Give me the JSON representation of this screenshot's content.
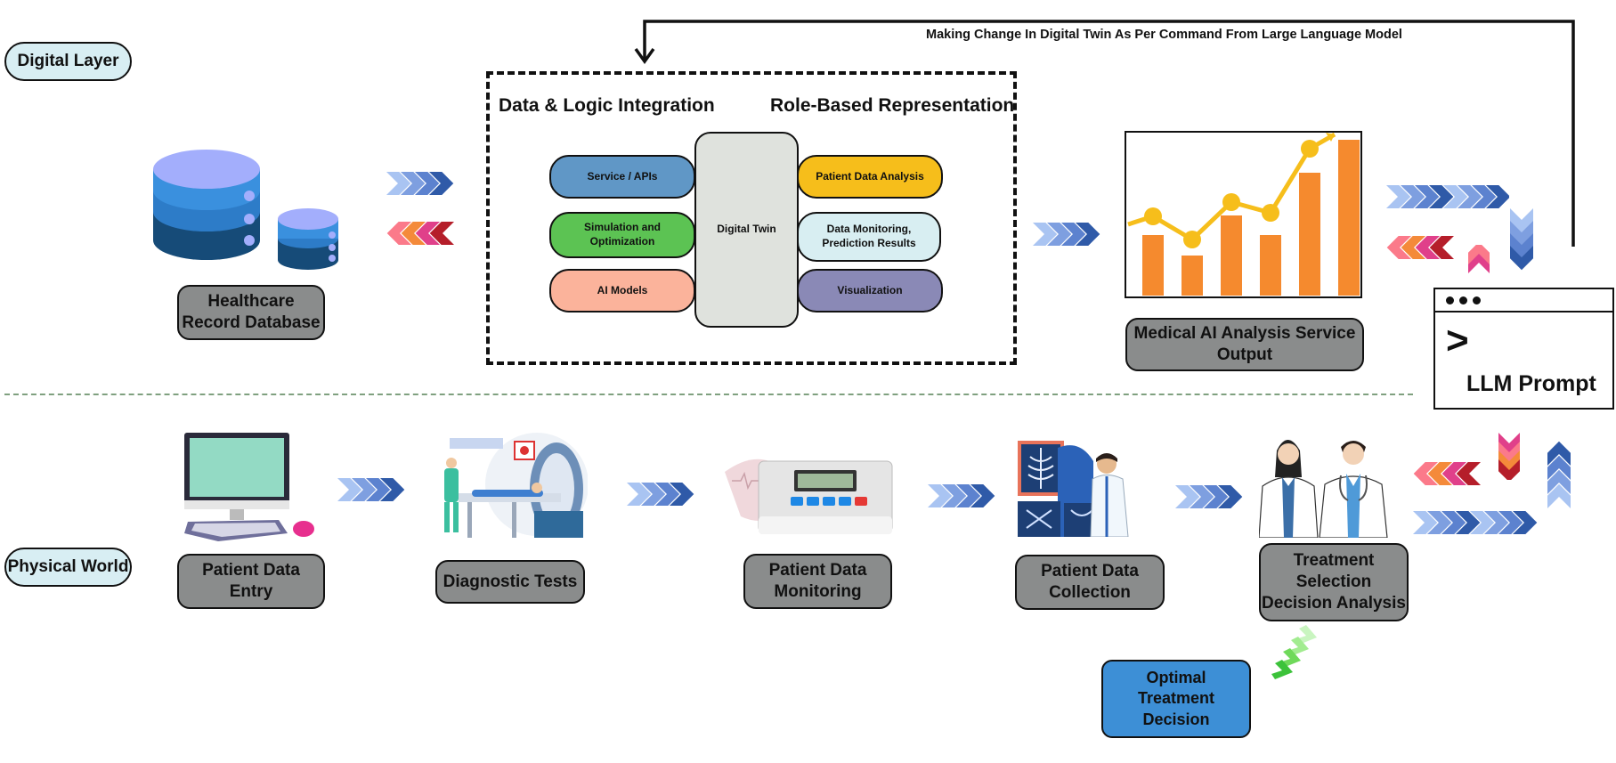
{
  "layers": {
    "digital": "Digital Layer",
    "physical": "Physical World"
  },
  "feedback_label": "Making Change In Digital Twin As Per Command From Large Language Model",
  "integration": {
    "left_heading": "Data & Logic Integration",
    "right_heading": "Role-Based Representation",
    "center": "Digital Twin",
    "left_items": [
      {
        "label": "Service / APIs",
        "color": "#6097c6"
      },
      {
        "label": "Simulation and\nOptimization",
        "color": "#5cc353"
      },
      {
        "label": "AI Models",
        "color": "#fbb39b"
      }
    ],
    "right_items": [
      {
        "label": "Patient Data Analysis",
        "color": "#f6be1b"
      },
      {
        "label": "Data Monitoring,\nPrediction Results",
        "color": "#d8eef2"
      },
      {
        "label": "Visualization",
        "color": "#8a89b6"
      }
    ]
  },
  "digital_nodes": {
    "database": "Healthcare\nRecord Database",
    "ai_output": "Medical AI Analysis Service\nOutput",
    "llm": "LLM Prompt",
    "llm_cursor": ">"
  },
  "physical_nodes": [
    "Patient Data\nEntry",
    "Diagnostic Tests",
    "Patient Data\nMonitoring",
    "Patient Data\nCollection",
    "Treatment\nSelection\nDecision Analysis"
  ],
  "decision": "Optimal\nTreatment\nDecision",
  "colors": {
    "layer_bg": "#d8eef3",
    "node_gray": "#8a8c8c",
    "decision_blue": "#3d8fd6",
    "chart_orange": "#f58a2e",
    "chart_line": "#f6be1b",
    "divider": "#7fa07f"
  },
  "icons": [
    "database-icon",
    "bar-chart-icon",
    "terminal-window-icon",
    "computer-icon",
    "mri-scanner-icon",
    "monitor-device-icon",
    "xray-doctor-icon",
    "doctors-icon"
  ]
}
